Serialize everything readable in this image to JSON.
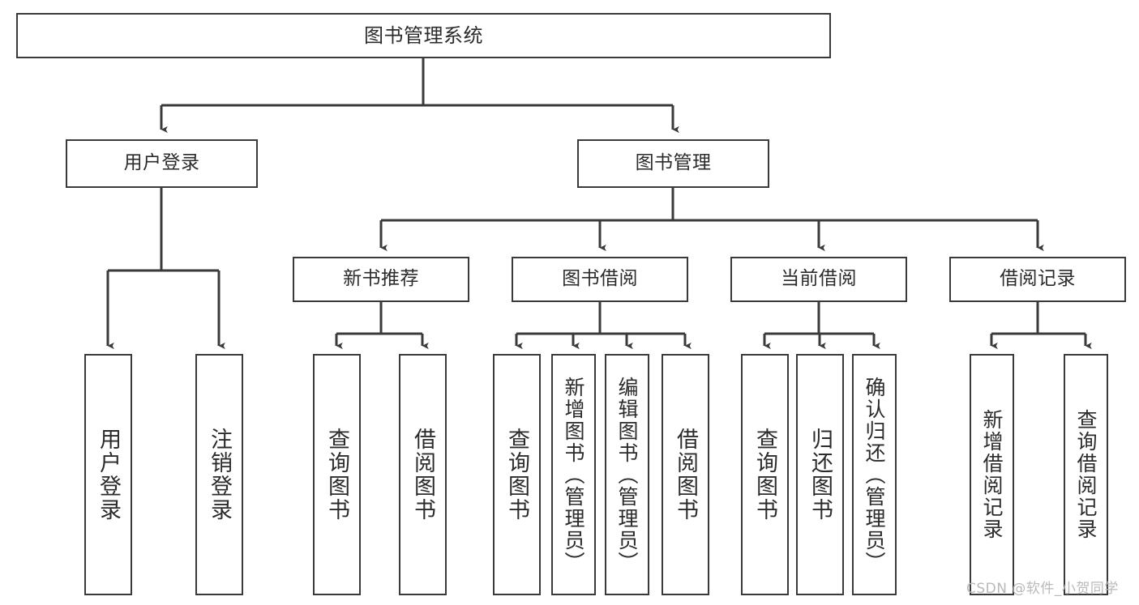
{
  "diagram": {
    "title": "图书管理系统",
    "type": "tree",
    "watermark": "CSDN @软件_小贺同学",
    "line_color": "#3a3a3a",
    "box_fill": "#ffffff",
    "text_color": "#2b2b2b",
    "levels": {
      "root": {
        "label": "图书管理系统"
      },
      "level2": [
        {
          "label": "用户登录"
        },
        {
          "label": "图书管理"
        }
      ],
      "level3": [
        {
          "label": "新书推荐"
        },
        {
          "label": "图书借阅"
        },
        {
          "label": "当前借阅"
        },
        {
          "label": "借阅记录"
        }
      ],
      "leaves": [
        {
          "label": "用户登录",
          "parent": "用户登录"
        },
        {
          "label": "注销登录",
          "parent": "用户登录"
        },
        {
          "label": "查询图书",
          "parent": "新书推荐"
        },
        {
          "label": "借阅图书",
          "parent": "新书推荐"
        },
        {
          "label": "查询图书",
          "parent": "图书借阅"
        },
        {
          "label": "新增图书（管理员）",
          "parent": "图书借阅"
        },
        {
          "label": "编辑图书（管理员）",
          "parent": "图书借阅"
        },
        {
          "label": "借阅图书",
          "parent": "图书借阅"
        },
        {
          "label": "查询图书",
          "parent": "当前借阅"
        },
        {
          "label": "归还图书",
          "parent": "当前借阅"
        },
        {
          "label": "确认归还（管理员）",
          "parent": "当前借阅"
        },
        {
          "label": "新增借阅记录",
          "parent": "借阅记录"
        },
        {
          "label": "查询借阅记录",
          "parent": "借阅记录"
        }
      ]
    }
  }
}
